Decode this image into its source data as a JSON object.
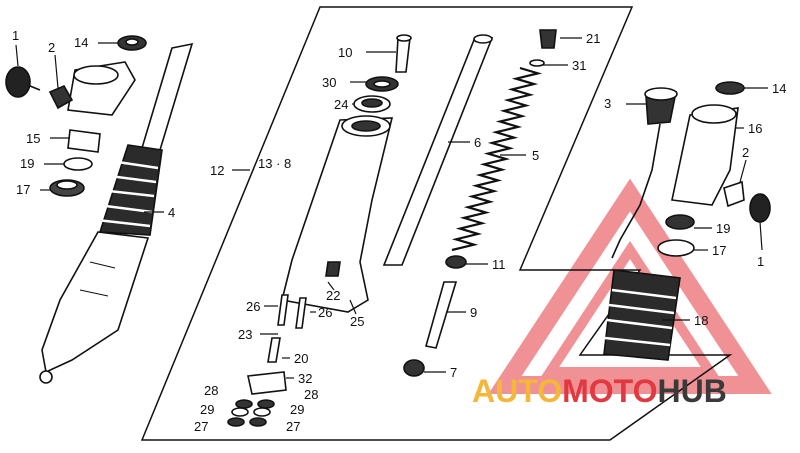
{
  "diagram": {
    "part_labels": [
      {
        "id": "p1a",
        "text": "1"
      },
      {
        "id": "p2a",
        "text": "2"
      },
      {
        "id": "p14a",
        "text": "14"
      },
      {
        "id": "p15",
        "text": "15"
      },
      {
        "id": "p19a",
        "text": "19"
      },
      {
        "id": "p17a",
        "text": "17"
      },
      {
        "id": "p4",
        "text": "4"
      },
      {
        "id": "p10",
        "text": "10"
      },
      {
        "id": "p30",
        "text": "30"
      },
      {
        "id": "p24",
        "text": "24"
      },
      {
        "id": "p12",
        "text": "12"
      },
      {
        "id": "p13-8",
        "text": "13 · 8"
      },
      {
        "id": "p6",
        "text": "6"
      },
      {
        "id": "p21",
        "text": "21"
      },
      {
        "id": "p31",
        "text": "31"
      },
      {
        "id": "p5",
        "text": "5"
      },
      {
        "id": "p11",
        "text": "11"
      },
      {
        "id": "p9",
        "text": "9"
      },
      {
        "id": "p7",
        "text": "7"
      },
      {
        "id": "p22",
        "text": "22"
      },
      {
        "id": "p25",
        "text": "25"
      },
      {
        "id": "p26a",
        "text": "26"
      },
      {
        "id": "p26b",
        "text": "26"
      },
      {
        "id": "p23",
        "text": "23"
      },
      {
        "id": "p20",
        "text": "20"
      },
      {
        "id": "p32",
        "text": "32"
      },
      {
        "id": "p28a",
        "text": "28"
      },
      {
        "id": "p28b",
        "text": "28"
      },
      {
        "id": "p29a",
        "text": "29"
      },
      {
        "id": "p29b",
        "text": "29"
      },
      {
        "id": "p27a",
        "text": "27"
      },
      {
        "id": "p27b",
        "text": "27"
      },
      {
        "id": "p3",
        "text": "3"
      },
      {
        "id": "p14b",
        "text": "14"
      },
      {
        "id": "p16",
        "text": "16"
      },
      {
        "id": "p2b",
        "text": "2"
      },
      {
        "id": "p19b",
        "text": "19"
      },
      {
        "id": "p17b",
        "text": "17"
      },
      {
        "id": "p1b",
        "text": "1"
      },
      {
        "id": "p18",
        "text": "18"
      }
    ]
  },
  "watermark": {
    "part1": "AUTO",
    "part2": "MOTO",
    "part3": "HUB",
    "color1": "#f5b73b",
    "color2": "#e2383f",
    "color3": "#3a3a3a"
  }
}
